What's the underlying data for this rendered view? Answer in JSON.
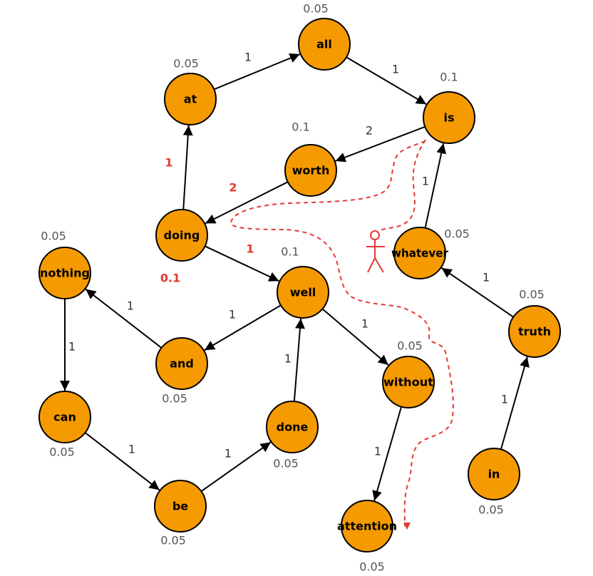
{
  "colors": {
    "node_fill": "#f59a00",
    "edge": "#000000",
    "highlight": "#e53935",
    "label_gray": "#555555"
  },
  "nodes": [
    {
      "id": "all",
      "label": "all",
      "prob": "0.05"
    },
    {
      "id": "at",
      "label": "at",
      "prob": "0.05"
    },
    {
      "id": "is",
      "label": "is",
      "prob": "0.1"
    },
    {
      "id": "worth",
      "label": "worth",
      "prob": "0.1"
    },
    {
      "id": "doing",
      "label": "doing",
      "prob": "0.1"
    },
    {
      "id": "whatever",
      "label": "whatever",
      "prob": "0.05"
    },
    {
      "id": "nothing",
      "label": "nothing",
      "prob": "0.05"
    },
    {
      "id": "well",
      "label": "well",
      "prob": "0.1"
    },
    {
      "id": "and",
      "label": "and",
      "prob": "0.05"
    },
    {
      "id": "without",
      "label": "without",
      "prob": "0.05"
    },
    {
      "id": "truth",
      "label": "truth",
      "prob": "0.05"
    },
    {
      "id": "can",
      "label": "can",
      "prob": "0.05"
    },
    {
      "id": "done",
      "label": "done",
      "prob": "0.05"
    },
    {
      "id": "in",
      "label": "in",
      "prob": "0.05"
    },
    {
      "id": "be",
      "label": "be",
      "prob": "0.05"
    },
    {
      "id": "attention",
      "label": "attention",
      "prob": "0.05"
    }
  ],
  "edges": [
    {
      "from": "at",
      "to": "all",
      "weight": "1"
    },
    {
      "from": "all",
      "to": "is",
      "weight": "1"
    },
    {
      "from": "is",
      "to": "worth",
      "weight": "2"
    },
    {
      "from": "whatever",
      "to": "is",
      "weight": "1"
    },
    {
      "from": "worth",
      "to": "doing",
      "weight": "2",
      "highlight": true
    },
    {
      "from": "doing",
      "to": "at",
      "weight": "1",
      "highlight": true
    },
    {
      "from": "doing",
      "to": "well",
      "weight": "1",
      "highlight": true
    },
    {
      "from": "truth",
      "to": "whatever",
      "weight": "1"
    },
    {
      "from": "well",
      "to": "and",
      "weight": "1"
    },
    {
      "from": "and",
      "to": "nothing",
      "weight": "1"
    },
    {
      "from": "well",
      "to": "without",
      "weight": "1"
    },
    {
      "from": "nothing",
      "to": "can",
      "weight": "1"
    },
    {
      "from": "done",
      "to": "well",
      "weight": "1"
    },
    {
      "from": "in",
      "to": "truth",
      "weight": "1"
    },
    {
      "from": "can",
      "to": "be",
      "weight": "1"
    },
    {
      "from": "be",
      "to": "done",
      "weight": "1"
    },
    {
      "from": "without",
      "to": "attention",
      "weight": "1"
    }
  ]
}
